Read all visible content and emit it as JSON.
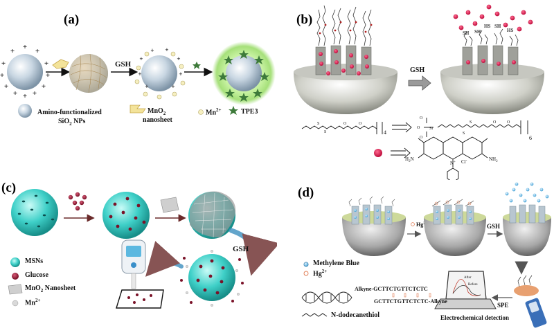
{
  "panel_a": {
    "label": "(a)",
    "arrow_label": "GSH",
    "legend": {
      "np_line1": "Amino-functionalized",
      "np_line2": "SiO",
      "np_sub": "2",
      "np_suffix": " NPs",
      "mno2_line1": "MnO",
      "mno2_sub": "2",
      "mno2_line2": "nanosheet",
      "mn_ion": "Mn",
      "mn_sup": "2+",
      "tpe": "TPE3"
    }
  },
  "panel_b": {
    "label": "(b)",
    "arrow_label": "GSH",
    "chem_n1": "4",
    "chem_n2": "6",
    "dye_h2n": "H",
    "dye_nh2": "NH",
    "dye_n": "N",
    "dye_cl": "Cl"
  },
  "panel_c": {
    "label": "(c)",
    "arrow_label": "GSH",
    "legend": {
      "msn": "MSNs",
      "glucose": "Glucose",
      "mno2_a": "MnO",
      "mno2_sub": "2",
      "mno2_b": " Nanosheet",
      "mn": "Mn",
      "mn_sup": "2+"
    }
  },
  "panel_d": {
    "label": "(d)",
    "hg": "Hg",
    "hg_sup": "2+",
    "gsh": "GSH",
    "legend": {
      "mb": "Methylene Blue",
      "hg": "Hg",
      "hg_sup": "2+",
      "seq1": "Alkyne-GCTTCTGTTCTCTC",
      "seq2": "GCTTCTGTTCTCTC-Alkyne",
      "thiol": "N-dodecanethiol"
    },
    "after": "After",
    "before": "Before",
    "spe": "SPE",
    "detection": "Electrochemical detection"
  },
  "colors": {
    "silica": "#c9d6e0",
    "msn": "#3fcfc6",
    "cargo": "#e0185a",
    "glucose": "#a8223f",
    "mb": "#7fc4e8",
    "tpe": "#3d7a3a",
    "glow": "#a6e07a",
    "arrow": "#6a2a2a"
  }
}
